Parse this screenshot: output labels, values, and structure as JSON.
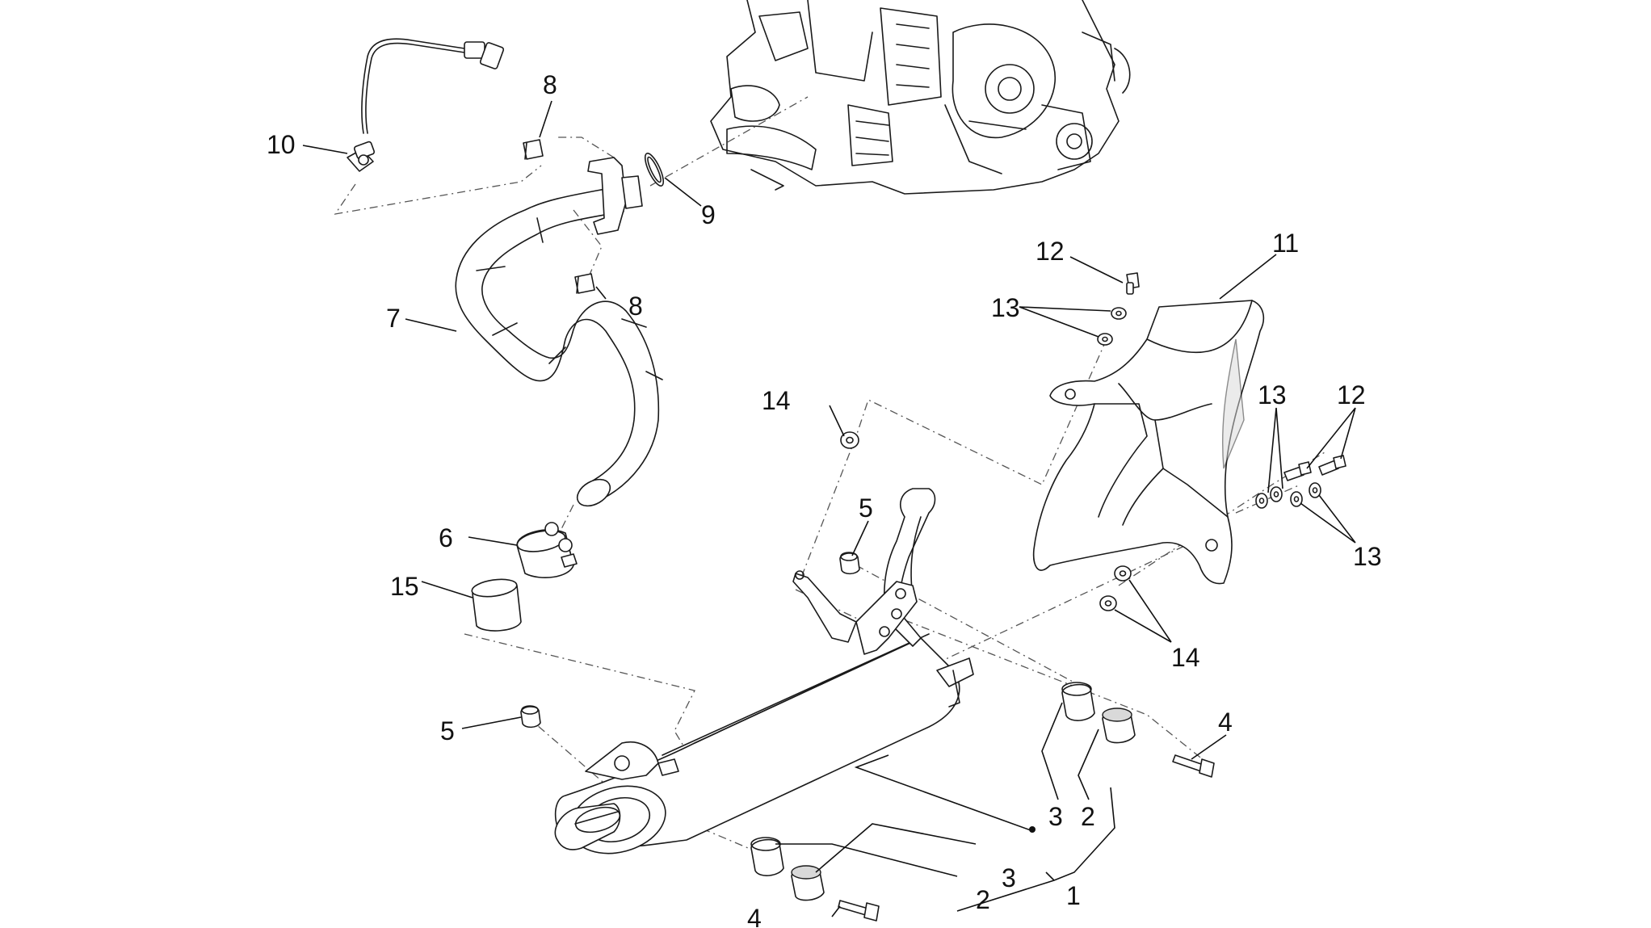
{
  "callouts": {
    "c1": "1",
    "c2a": "2",
    "c2b": "2",
    "c3a": "3",
    "c3b": "3",
    "c4a": "4",
    "c4b": "4",
    "c5a": "5",
    "c5b": "5",
    "c6": "6",
    "c7": "7",
    "c8a": "8",
    "c8b": "8",
    "c9": "9",
    "c10": "10",
    "c11": "11",
    "c12a": "12",
    "c12b": "12",
    "c13a": "13",
    "c13b": "13",
    "c13c": "13",
    "c14a": "14",
    "c14b": "14",
    "c15": "15"
  }
}
